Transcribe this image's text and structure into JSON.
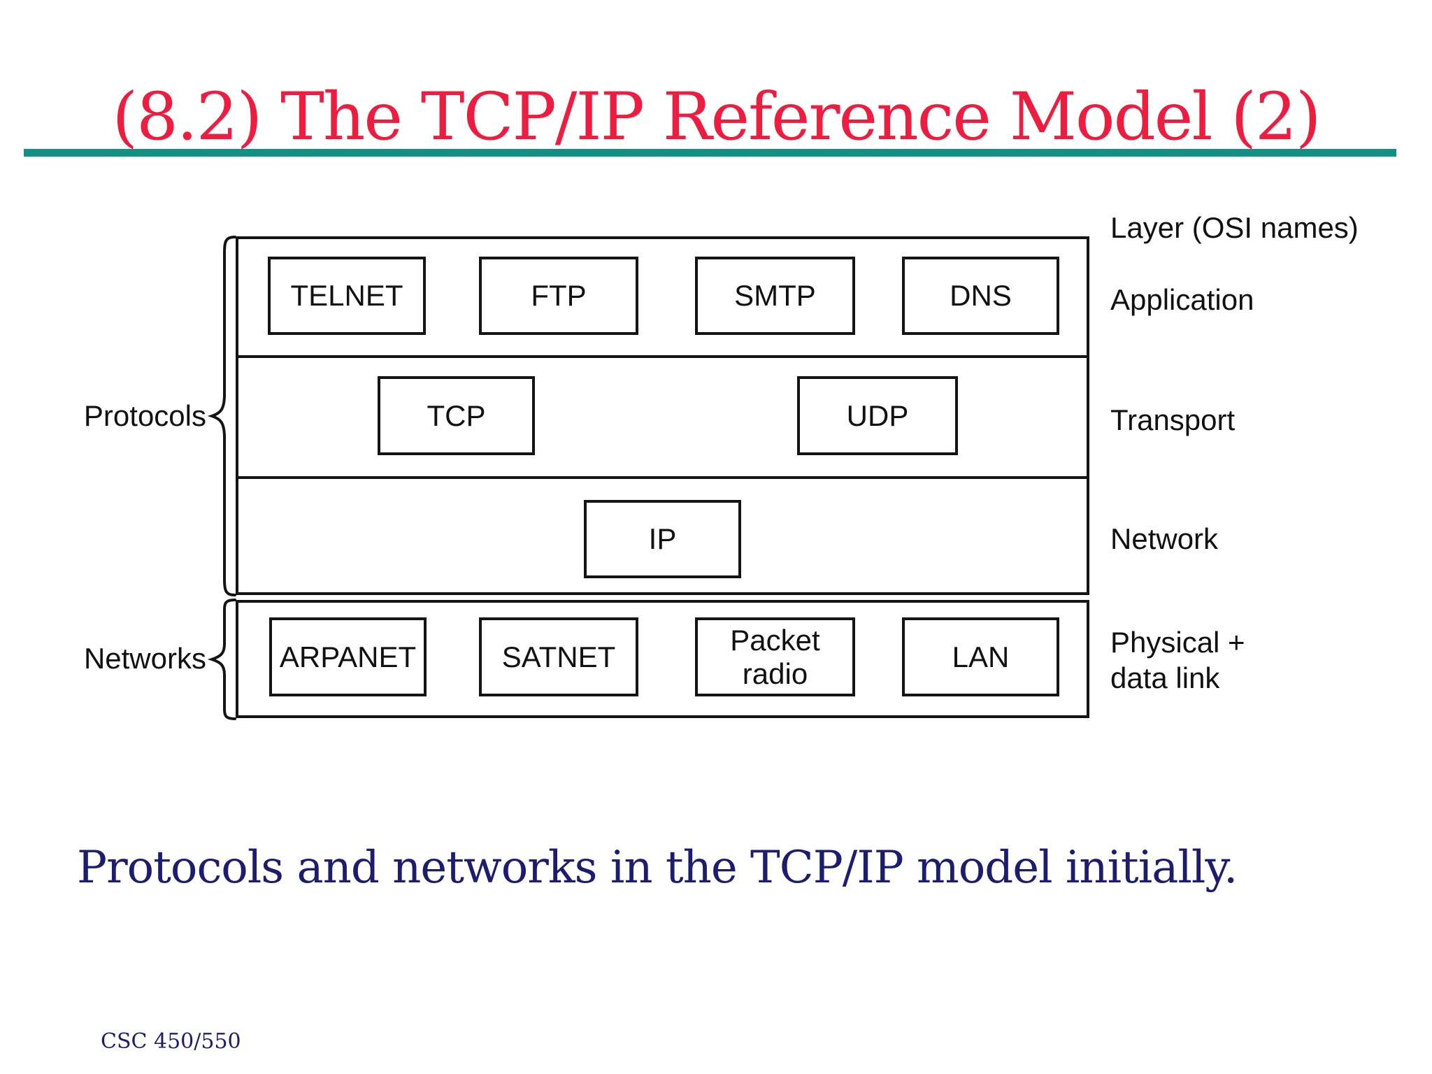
{
  "slide": {
    "title": "(8.2) The TCP/IP Reference Model (2)",
    "caption": "Protocols and networks in the TCP/IP model initially.",
    "footer": "CSC 450/550"
  },
  "colors": {
    "title_red": "#ee1c3f",
    "rule_teal": "#0f9184",
    "caption_navy": "#1d1d70",
    "line_black": "#141414"
  },
  "diagram": {
    "corner_label": "Layer (OSI names)",
    "left_labels": {
      "protocols": "Protocols",
      "networks": "Networks"
    },
    "layer_labels": {
      "application": "Application",
      "transport": "Transport",
      "network": "Network",
      "physical": "Physical +\ndata link"
    },
    "boxes": {
      "application": [
        "TELNET",
        "FTP",
        "SMTP",
        "DNS"
      ],
      "transport": [
        "TCP",
        "UDP"
      ],
      "network": [
        "IP"
      ],
      "physical": [
        "ARPANET",
        "SATNET",
        "Packet\nradio",
        "LAN"
      ]
    }
  }
}
